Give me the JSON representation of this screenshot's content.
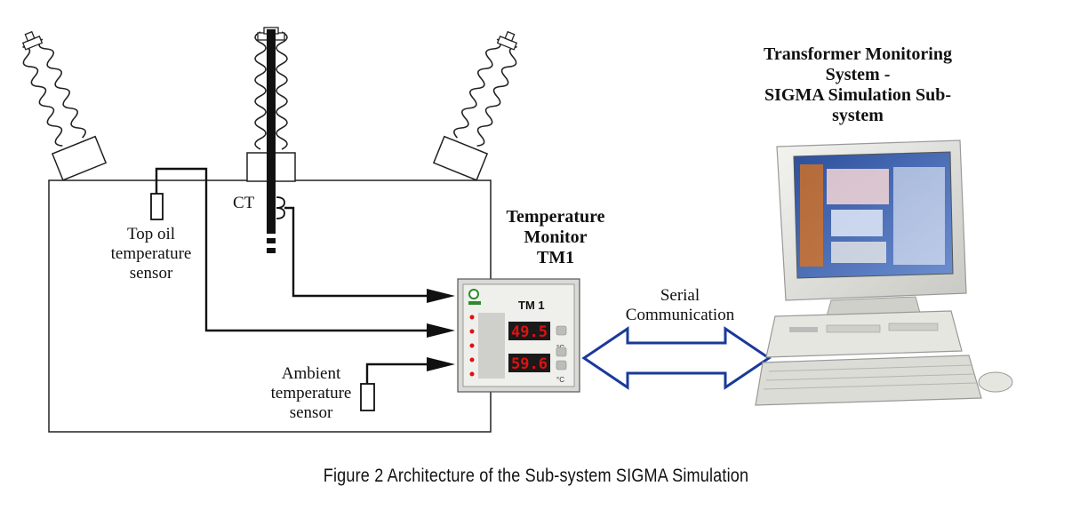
{
  "labels": {
    "ct": "CT",
    "top_oil_sensor": [
      "Top oil",
      "temperature",
      "sensor"
    ],
    "ambient_sensor": [
      "Ambient",
      "temperature",
      "sensor"
    ],
    "temperature_monitor": [
      "Temperature",
      "Monitor",
      "TM1"
    ],
    "serial_communication": [
      "Serial",
      "Communication"
    ],
    "monitoring_system": [
      "Transformer Monitoring",
      "System -",
      "SIGMA Simulation Sub-",
      "system"
    ]
  },
  "tm1_device": {
    "model": "TM 1",
    "reading_top": "49.5",
    "reading_bottom": "59.6",
    "unit": "°C"
  },
  "caption": "Figure 2  Architecture of the Sub-system SIGMA Simulation",
  "colors": {
    "arrow_outline": "#1a3a9a",
    "display_red": "#e01010",
    "tank_line": "#222222"
  }
}
